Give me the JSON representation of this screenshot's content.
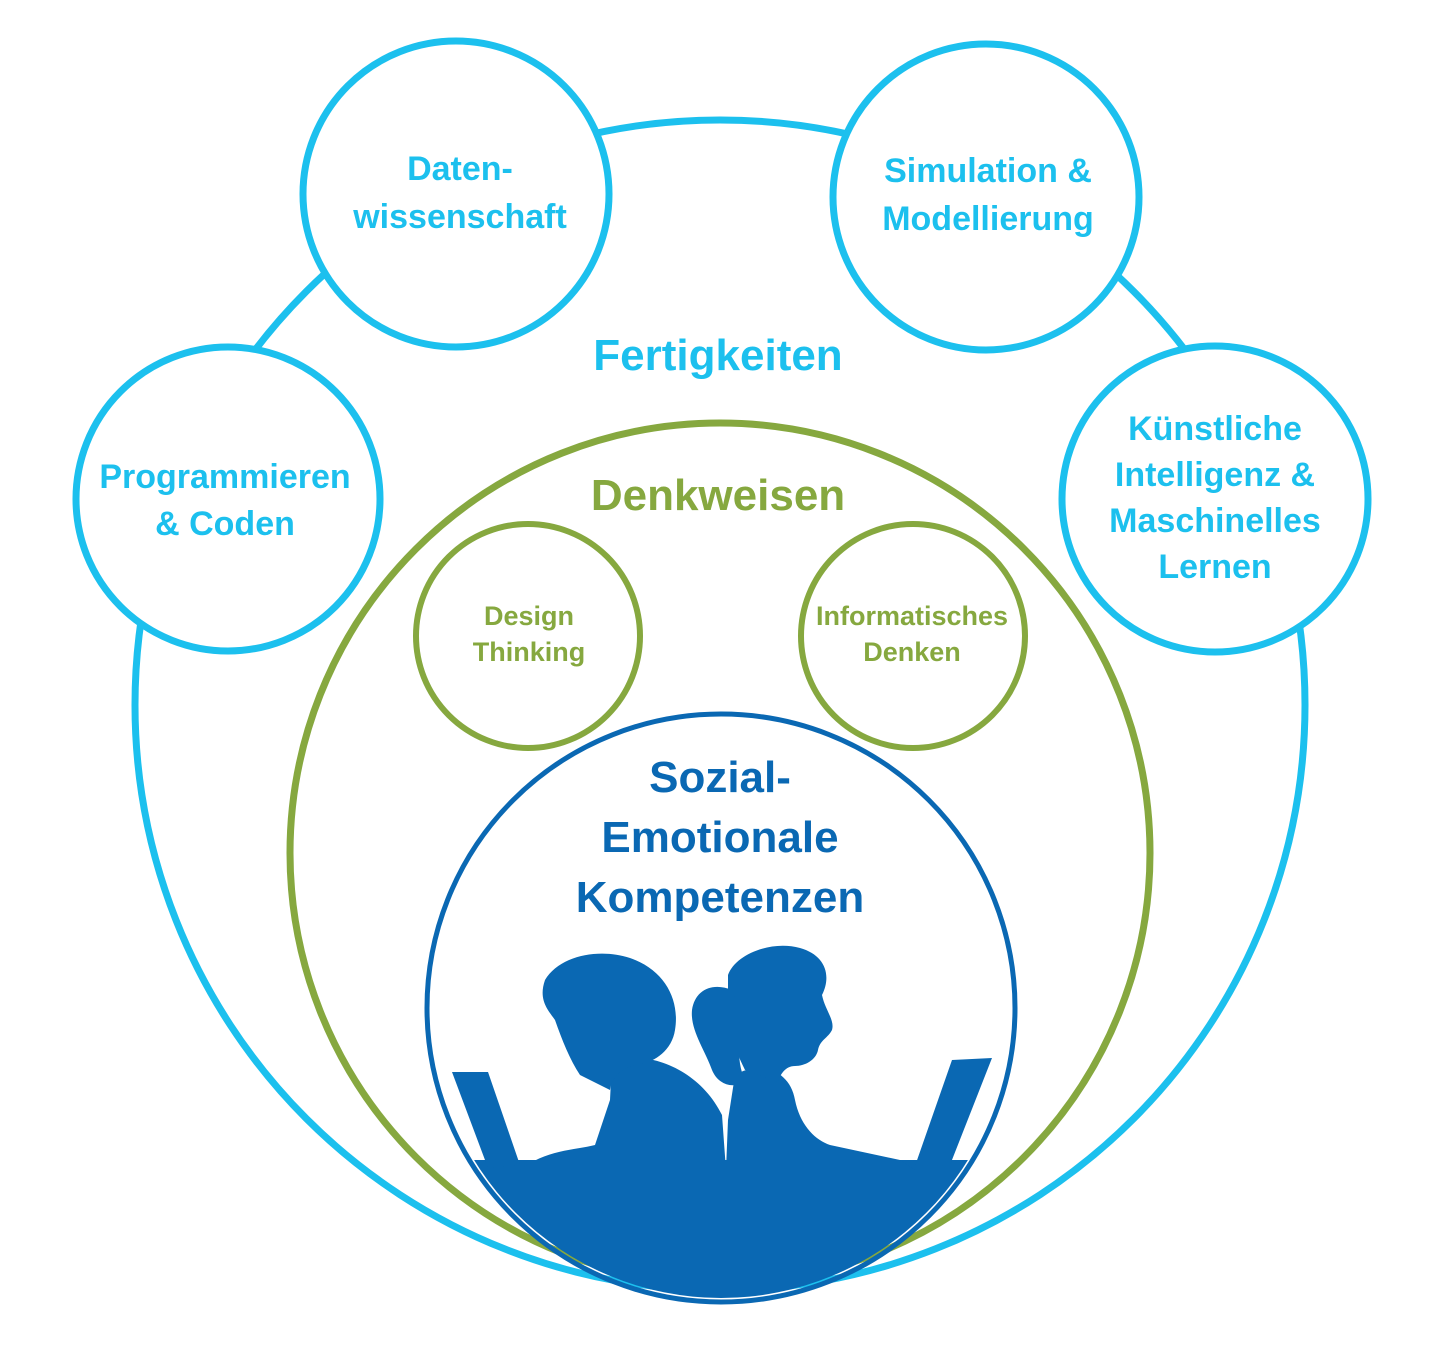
{
  "colors": {
    "skills": "#1cc0ee",
    "mindsets": "#86a83f",
    "social_emotional": "#0a68b3",
    "background": "#ffffff"
  },
  "skills": {
    "title": "Fertigkeiten",
    "items": {
      "data_science": [
        "Daten-",
        "wissenschaft"
      ],
      "simulation": [
        "Simulation &",
        "Modellierung"
      ],
      "programming": [
        "Programmieren",
        "& Coden"
      ],
      "ai_ml": [
        "Künstliche",
        "Intelligenz &",
        "Maschinelles",
        "Lernen"
      ]
    }
  },
  "mindsets": {
    "title": "Denkweisen",
    "items": {
      "design_thinking": [
        "Design",
        "Thinking"
      ],
      "computational_thinking": [
        "Informatisches",
        "Denken"
      ]
    }
  },
  "social_emotional": {
    "title": [
      "Sozial-",
      "Emotionale",
      "Kompetenzen"
    ],
    "illustration": "two-students-with-laptops-silhouette"
  }
}
